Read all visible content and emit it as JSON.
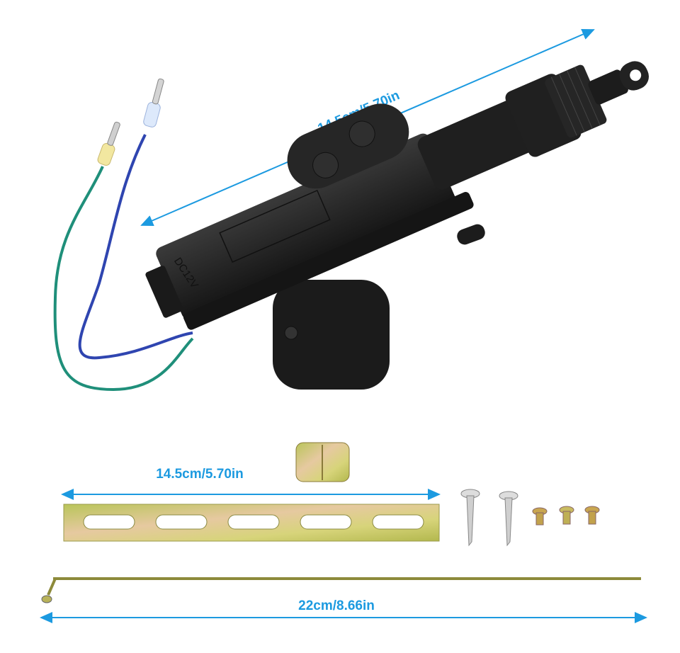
{
  "product": {
    "embossed_label": "DC12V",
    "dimensions": {
      "actuator_length": "14.5cm/5.70in",
      "bracket_length": "14.5cm/5.70in",
      "rod_length": "22cm/8.66in"
    },
    "colors": {
      "dimension_accent": "#1c9ae0",
      "actuator_body": "#1e1e1e",
      "wire_blue": "#2f45b0",
      "wire_green": "#1f8f7a",
      "metal_plate": "#c9c25a"
    }
  }
}
